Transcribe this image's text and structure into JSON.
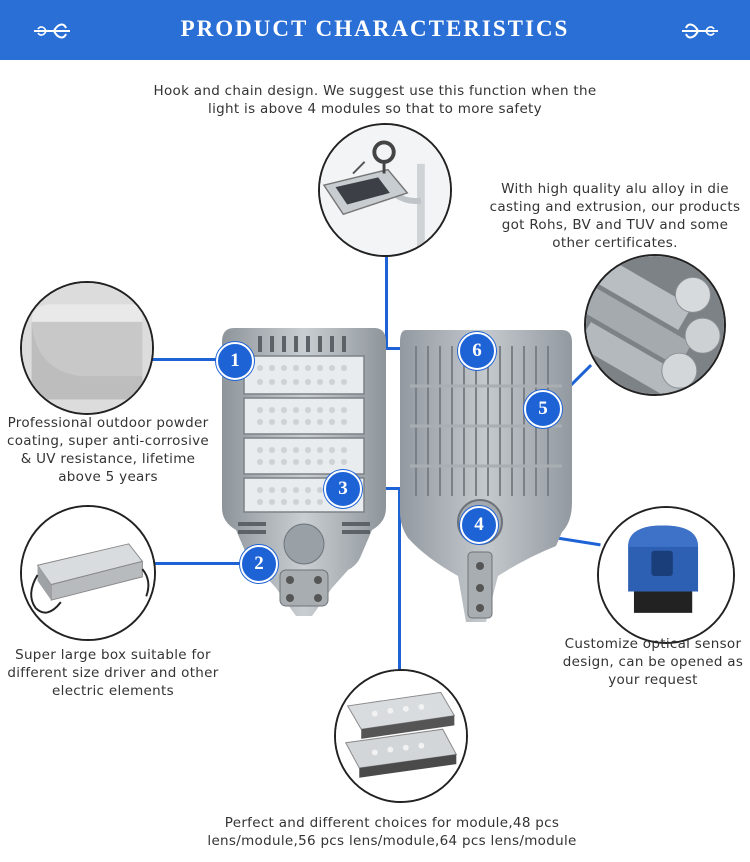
{
  "header": {
    "title": "PRODUCT CHARACTERISTICS",
    "left_icon": "flourish-icon",
    "right_icon": "flourish-icon"
  },
  "accent_color": "#1e63d6",
  "callouts": {
    "hook": {
      "text_line1": "Hook and chain design. We suggest use this function when the",
      "text_line2": "light is above 4 modules so that to more safety"
    },
    "alloy": {
      "text_line1": "With high quality alu alloy in die",
      "text_line2": "casting and extrusion, our products",
      "text_line3": "got Rohs, BV and TUV and some",
      "text_line4": "other certificates."
    },
    "coating": {
      "text_line1": "Professional outdoor powder",
      "text_line2": "coating, super anti-corrosive",
      "text_line3": "& UV resistance, lifetime",
      "text_line4": "above 5 years"
    },
    "box": {
      "text_line1": "Super large box suitable for",
      "text_line2": "different size driver and other",
      "text_line3": "electric elements"
    },
    "sensor": {
      "text_line1": "Customize optical sensor",
      "text_line2": "design, can be opened as",
      "text_line3": "your request"
    },
    "module": {
      "text_line1": "Perfect and different choices for module,48 pcs",
      "text_line2": "lens/module,56 pcs lens/module,64 pcs lens/module"
    }
  },
  "badges": {
    "b1": "1",
    "b2": "2",
    "b3": "3",
    "b4": "4",
    "b5": "5",
    "b6": "6"
  }
}
